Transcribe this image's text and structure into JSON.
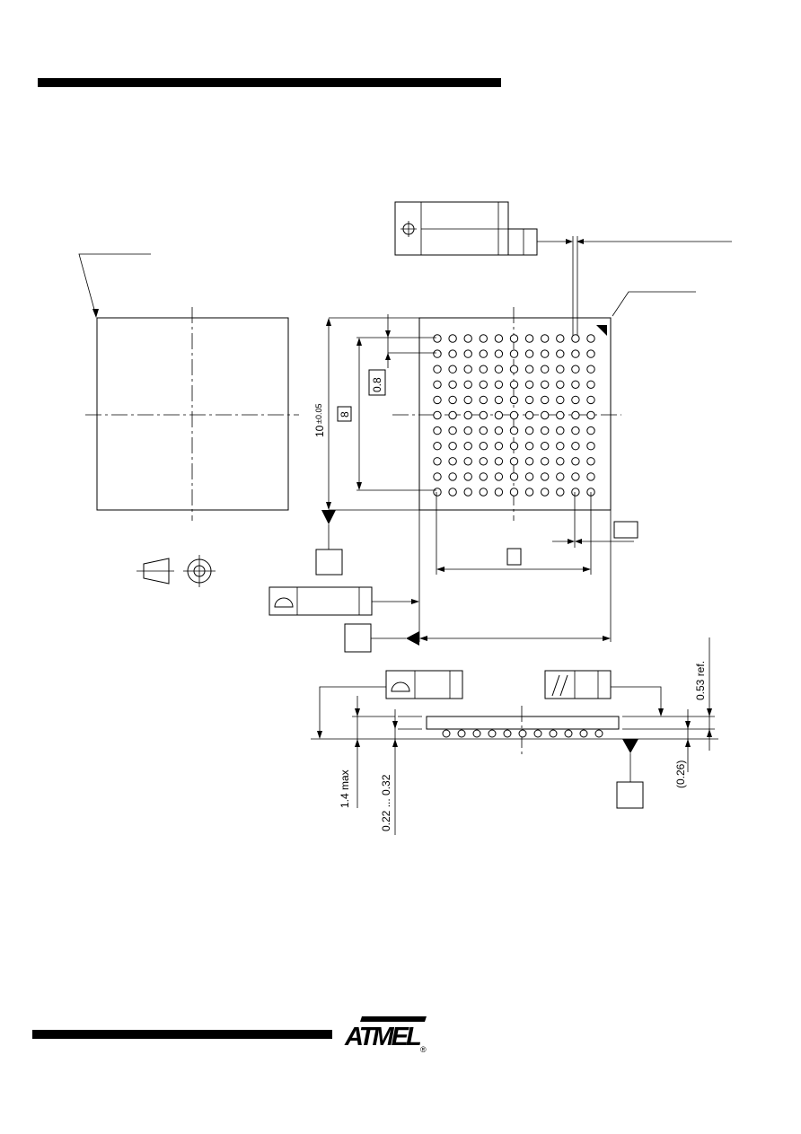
{
  "labels": {
    "dim_10": "10",
    "dim_10_tol": "±0.05",
    "dim_8_vertical": "8",
    "dim_pitch": "0.8",
    "dim_height_max": "1.4 max",
    "dim_ball_height": "0.22 ... 0.32",
    "dim_ref": "0.53 ref.",
    "dim_026": "(0.26)"
  },
  "logo": {
    "text": "ATMEL",
    "registered": "®"
  },
  "colors": {
    "ink": "#000000",
    "paper": "#ffffff"
  }
}
